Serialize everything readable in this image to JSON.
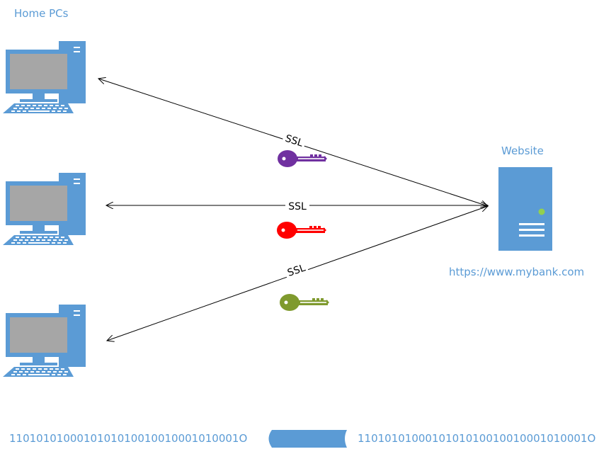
{
  "labels": {
    "home_pcs": "Home PCs",
    "website": "Website",
    "url": "https://www.mybank.com"
  },
  "connections": [
    {
      "label": "SSL",
      "key_color": "#7030a0"
    },
    {
      "label": "SSL",
      "key_color": "#ff0000"
    },
    {
      "label": "SSL",
      "key_color": "#7f9a2e"
    }
  ],
  "binary_stream": {
    "left": "1101010100010101010010010001010001O",
    "right": "1101010100010101010010010001010001O"
  },
  "colors": {
    "device_blue": "#5b9bd5",
    "screen_gray": "#a6a6a6",
    "line": "#000000"
  },
  "icons": {
    "pc": "desktop-computer-icon",
    "server": "server-tower-icon",
    "key": "key-icon"
  }
}
